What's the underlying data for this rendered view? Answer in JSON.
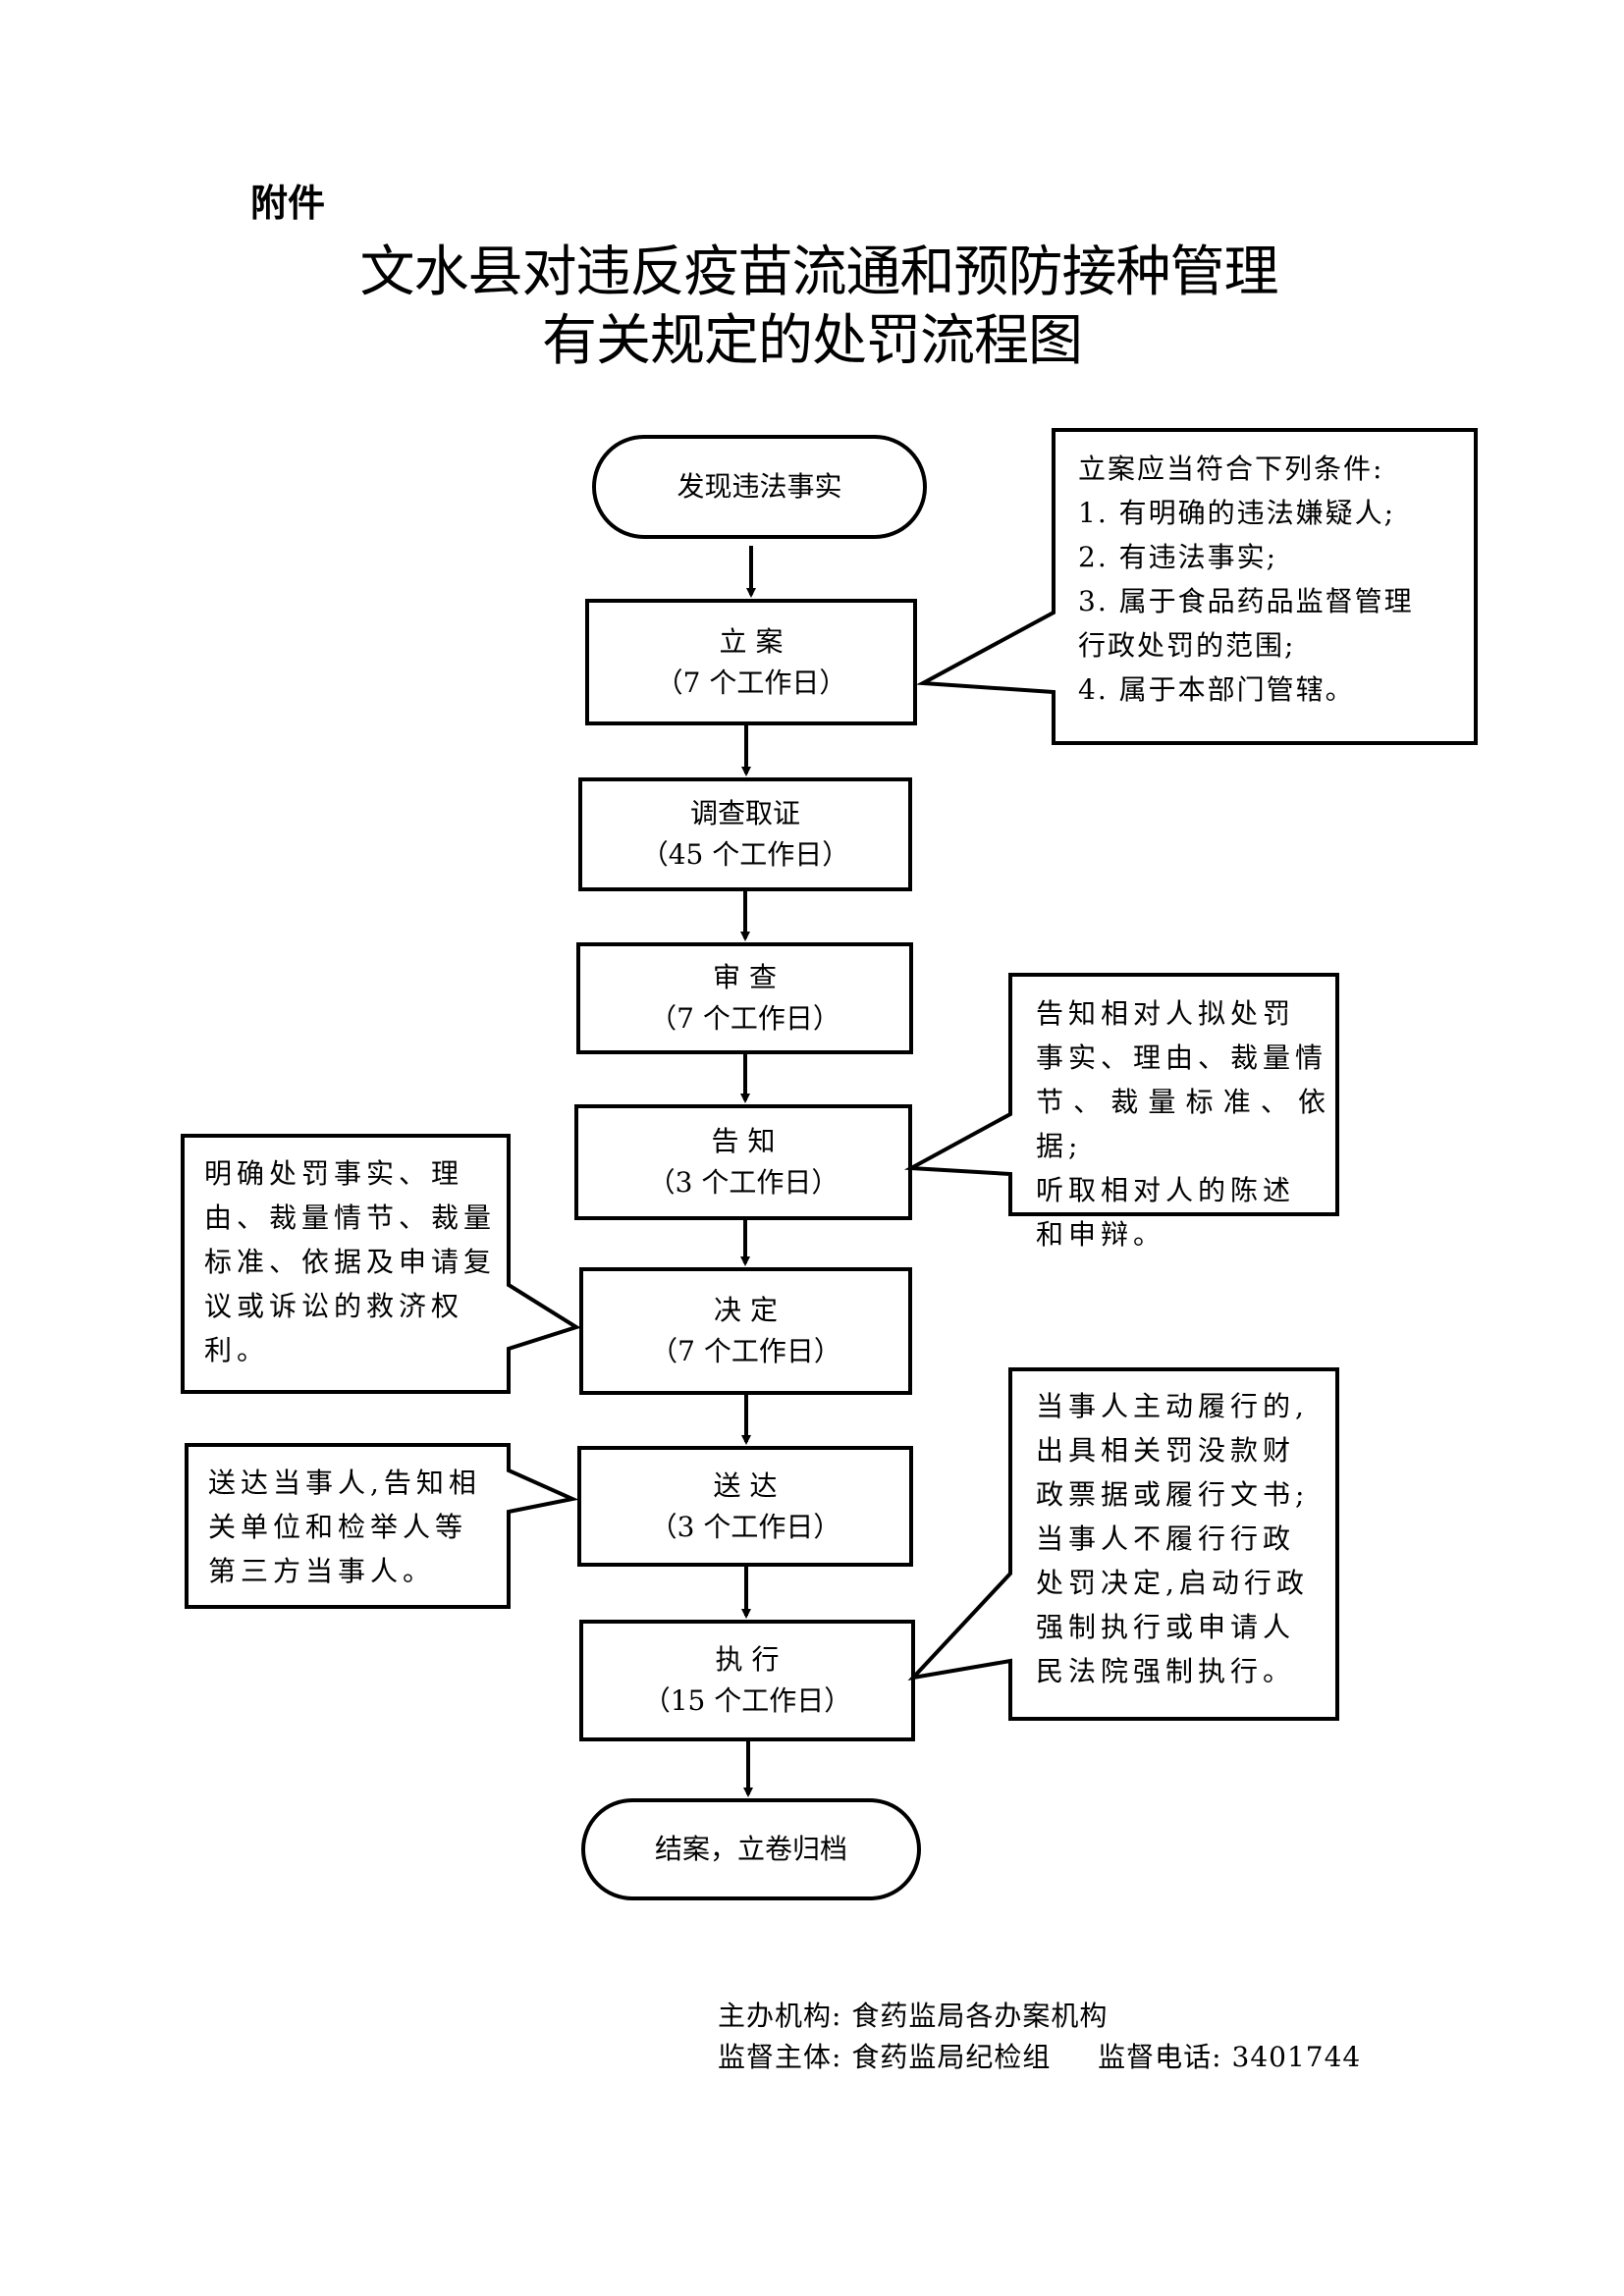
{
  "header": {
    "attachment_label": "附件",
    "title_line1": "文水县对违反疫苗流通和预防接种管理",
    "title_line2": "有关规定的处罚流程图"
  },
  "flow": {
    "steps": [
      {
        "id": "start",
        "shape": "terminal",
        "name": "发现违法事实",
        "duration": ""
      },
      {
        "id": "filing",
        "shape": "process",
        "name": "立 案",
        "duration": "（7 个工作日）"
      },
      {
        "id": "investigation",
        "shape": "process",
        "name": "调查取证",
        "duration": "（45 个工作日）"
      },
      {
        "id": "review",
        "shape": "process",
        "name": "审 查",
        "duration": "（7 个工作日）"
      },
      {
        "id": "notification",
        "shape": "process",
        "name": "告 知",
        "duration": "（3 个工作日）"
      },
      {
        "id": "decision",
        "shape": "process",
        "name": "决 定",
        "duration": "（7 个工作日）"
      },
      {
        "id": "service",
        "shape": "process",
        "name": "送 达",
        "duration": "（3 个工作日）"
      },
      {
        "id": "execution",
        "shape": "process",
        "name": "执 行",
        "duration": "（15 个工作日）"
      },
      {
        "id": "end",
        "shape": "terminal",
        "name": "结案，立卷归档",
        "duration": ""
      }
    ],
    "notes": [
      {
        "attached_to": "filing",
        "side": "right",
        "lines": [
          "立案应当符合下列条件:",
          "1. 有明确的违法嫌疑人;",
          "2. 有违法事实;",
          "3. 属于食品药品监督管理",
          "行政处罚的范围;",
          "4. 属于本部门管辖。"
        ]
      },
      {
        "attached_to": "notification",
        "side": "right",
        "lines": [
          "告知相对人拟处罚",
          "事实、理由、裁量情",
          "节、裁量标准、依据;",
          "听取相对人的陈述",
          "和申辩。"
        ]
      },
      {
        "attached_to": "decision",
        "side": "left",
        "lines": [
          "明确处罚事实、理",
          "由、裁量情节、裁量",
          "标准、依据及申请复",
          "议或诉讼的救济权",
          "利。"
        ]
      },
      {
        "attached_to": "service",
        "side": "left",
        "lines": [
          "送达当事人,告知相",
          "关单位和检举人等",
          "第三方当事人。"
        ]
      },
      {
        "attached_to": "execution",
        "side": "right",
        "lines": [
          "当事人主动履行的,",
          "出具相关罚没款财",
          "政票据或履行文书;",
          "当事人不履行行政",
          "处罚决定,启动行政",
          "强制执行或申请人",
          "民法院强制执行。"
        ]
      }
    ]
  },
  "footer": {
    "organizer_label": "主办机构:",
    "organizer_value": "食药监局各办案机构",
    "supervisor_label": "监督主体:",
    "supervisor_value": "食药监局纪检组",
    "phone_label": "监督电话:",
    "phone_value": "3401744"
  }
}
